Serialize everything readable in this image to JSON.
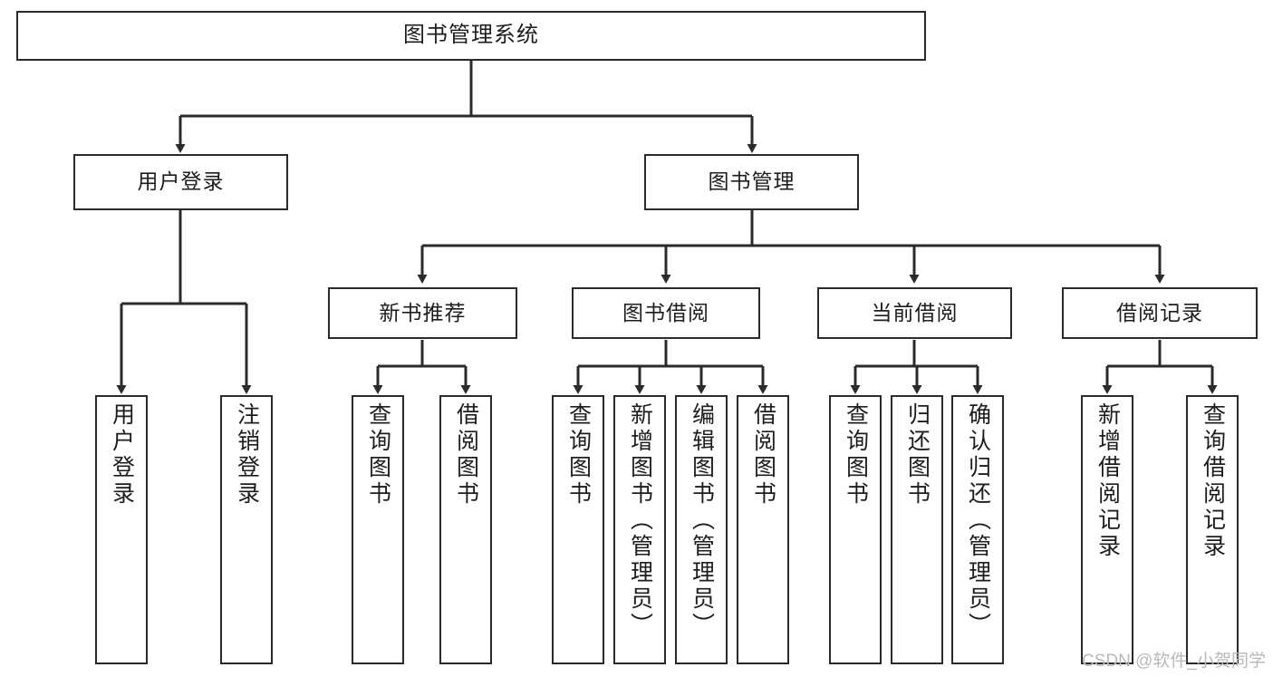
{
  "diagram": {
    "title": "图书管理系统",
    "type": "tree-hierarchy-diagram",
    "colors": {
      "box_border": "#2b2b2b",
      "box_fill": "#ffffff",
      "connector": "#2b2b2b",
      "text": "#1d1d1d",
      "watermark": "#b9b9b9",
      "background": "#ffffff"
    },
    "root": {
      "label": "图书管理系统"
    },
    "level2": [
      {
        "label": "用户登录"
      },
      {
        "label": "图书管理"
      }
    ],
    "level3": [
      {
        "label": "新书推荐"
      },
      {
        "label": "图书借阅"
      },
      {
        "label": "当前借阅"
      },
      {
        "label": "借阅记录"
      }
    ],
    "leaves": {
      "user_login": [
        {
          "label": "用户登录"
        },
        {
          "label": "注销登录"
        }
      ],
      "new_book_recommend": [
        {
          "label": "查询图书"
        },
        {
          "label": "借阅图书"
        }
      ],
      "book_borrow": [
        {
          "label": "查询图书"
        },
        {
          "label": "新增图书（管理员）"
        },
        {
          "label": "编辑图书（管理员）"
        },
        {
          "label": "借阅图书"
        }
      ],
      "current_borrow": [
        {
          "label": "查询图书"
        },
        {
          "label": "归还图书"
        },
        {
          "label": "确认归还（管理员）"
        }
      ],
      "borrow_record": [
        {
          "label": "新增借阅记录"
        },
        {
          "label": "查询借阅记录"
        }
      ]
    }
  },
  "watermark": {
    "text": "CSDN @软件_小贺同学"
  }
}
